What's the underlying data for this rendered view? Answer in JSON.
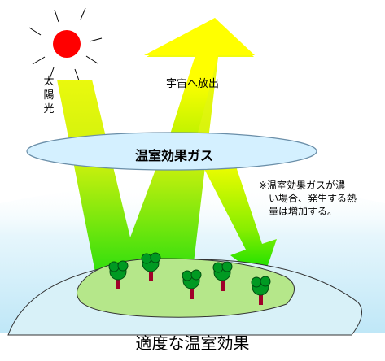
{
  "labels": {
    "sunlight_chars": [
      "太",
      "陽",
      "光"
    ],
    "emission_to_space": "宇宙へ放出",
    "greenhouse_gas": "温室効果ガス",
    "note_lines": [
      "※温室効果ガスが濃",
      "い場合、発生する熱",
      "量は増加する。"
    ],
    "caption": "適度な温室効果"
  },
  "colors": {
    "sun": "#ff0000",
    "arrow_yellow": "#ffff00",
    "arrow_green": "#00dd00",
    "gas_ellipse": "#d4f0ff",
    "sky": "#cfeefa",
    "ground": "#b5e78a",
    "tree_foliage": "#009a22",
    "tree_trunk": "#a0002a"
  }
}
